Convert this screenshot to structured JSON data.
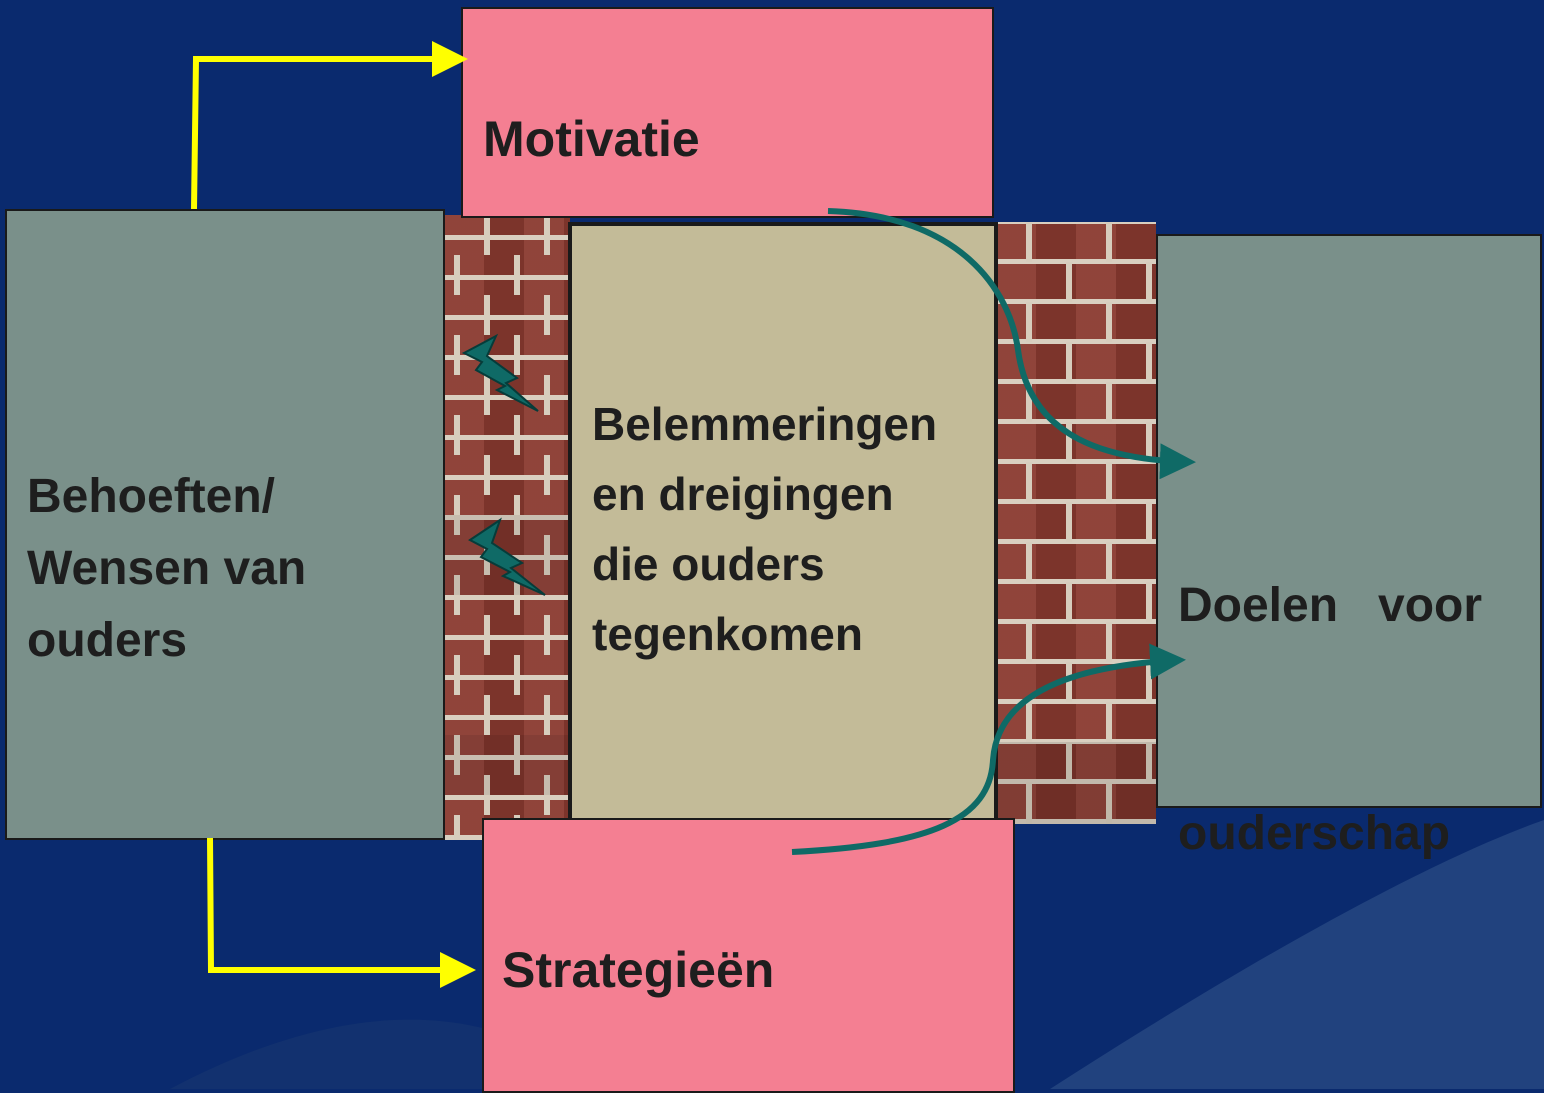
{
  "diagram": {
    "motivatie": "Motivatie",
    "strategieen": "Strategieën",
    "behoeften_line1": "Behoeften/",
    "behoeften_line2": "Wensen van",
    "behoeften_line3": "ouders",
    "belemmeringen_line1": "Belemmeringen",
    "belemmeringen_line2": "en dreigingen",
    "belemmeringen_line3": "die ouders",
    "belemmeringen_line4": "tegenkomen",
    "doelen_line1": "Doelen   voor",
    "doelen_line2": "ouderschap"
  },
  "colors": {
    "background": "#0a2a6e",
    "pink_box": "#f47f92",
    "grey_box": "#7a908a",
    "tan_box": "#c3bb98",
    "yellow_arrow": "#ffff00",
    "teal_arrow": "#0f6a66"
  }
}
